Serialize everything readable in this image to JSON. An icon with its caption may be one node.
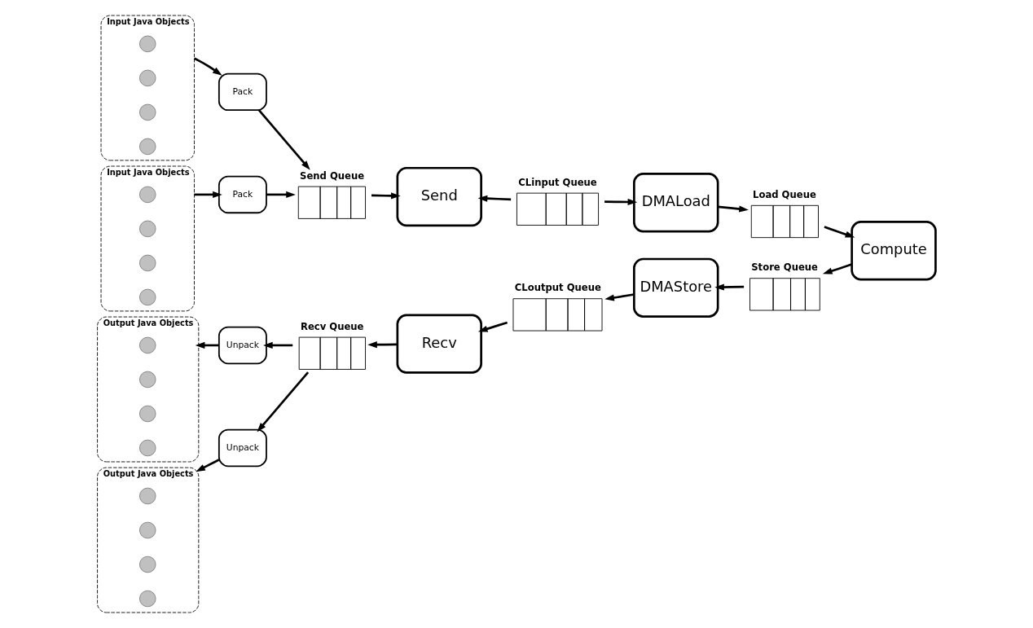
{
  "diagram": {
    "nodes": [
      {
        "text": [
          "Input Java Objects"
        ]
      },
      {
        "text": [],
        "shape": "circle",
        "in": 0
      },
      {
        "text": [],
        "shape": "circle",
        "in": 0
      },
      {
        "text": [],
        "shape": "circle",
        "in": 0
      },
      {
        "text": [],
        "shape": "circle",
        "in": 0
      },
      {
        "text": [
          "Pack"
        ]
      },
      {
        "text": [
          "Output Java Objects"
        ]
      },
      {
        "text": [],
        "shape": "circle",
        "in": 6
      },
      {
        "text": [],
        "shape": "circle",
        "in": 6
      },
      {
        "text": [],
        "shape": "circle",
        "in": 6
      },
      {
        "text": [],
        "shape": "circle",
        "in": 6
      },
      {
        "text": [
          "Unpack"
        ]
      },
      {
        "text": [
          "Input Java Objects"
        ]
      },
      {
        "text": [],
        "shape": "circle",
        "in": 12
      },
      {
        "text": [],
        "shape": "circle",
        "in": 12
      },
      {
        "text": [],
        "shape": "circle",
        "in": 12
      },
      {
        "text": [],
        "shape": "circle",
        "in": 12
      },
      {
        "text": [
          "Pack"
        ]
      },
      {
        "text": [
          "Output Java Objects"
        ]
      },
      {
        "text": [],
        "shape": "circle",
        "in": 18
      },
      {
        "text": [],
        "shape": "circle",
        "in": 18
      },
      {
        "text": [],
        "shape": "circle",
        "in": 18
      },
      {
        "text": [],
        "shape": "circle",
        "in": 18
      },
      {
        "text": [
          "Unpack"
        ]
      },
      {
        "text": [
          "Send Queue"
        ]
      },
      {
        "text": [
          "Send"
        ]
      },
      {
        "text": [
          "CLinput Queue"
        ]
      },
      {
        "text": [
          "DMALoad"
        ]
      },
      {
        "text": [
          "Load Queue"
        ]
      },
      {
        "text": [
          "Compute"
        ]
      },
      {
        "text": [
          "Store Queue"
        ]
      },
      {
        "text": [
          "DMAStore"
        ]
      },
      {
        "text": [
          "CLoutput Queue"
        ]
      },
      {
        "text": [
          "Recv"
        ]
      },
      {
        "text": [
          "Recv Queue"
        ]
      }
    ],
    "edges": [
      {
        "from": 0,
        "to": 5,
        "arrow": "to"
      },
      {
        "from": 11,
        "to": 6,
        "arrow": "to"
      },
      {
        "from": 12,
        "to": 17,
        "arrow": "to"
      },
      {
        "from": 23,
        "to": 18,
        "arrow": "to"
      },
      {
        "from": 5,
        "to": 24,
        "arrow": "to"
      },
      {
        "from": 17,
        "to": 24,
        "arrow": "to"
      },
      {
        "from": 24,
        "to": 25,
        "arrow": "to"
      },
      {
        "from": 26,
        "to": 25,
        "arrow": "to"
      },
      {
        "from": 26,
        "to": 27,
        "arrow": "to"
      },
      {
        "from": 27,
        "to": 28,
        "arrow": "to"
      },
      {
        "from": 28,
        "to": 29,
        "arrow": "to"
      },
      {
        "from": 29,
        "to": 30,
        "arrow": "to"
      },
      {
        "from": 30,
        "to": 31,
        "arrow": "to"
      },
      {
        "from": 31,
        "to": 32,
        "arrow": "to"
      },
      {
        "from": 32,
        "to": 33,
        "arrow": "to"
      },
      {
        "from": 33,
        "to": 34,
        "arrow": "to"
      },
      {
        "from": 34,
        "to": 11,
        "arrow": "to"
      },
      {
        "from": 34,
        "to": 23,
        "arrow": "to"
      }
    ]
  }
}
